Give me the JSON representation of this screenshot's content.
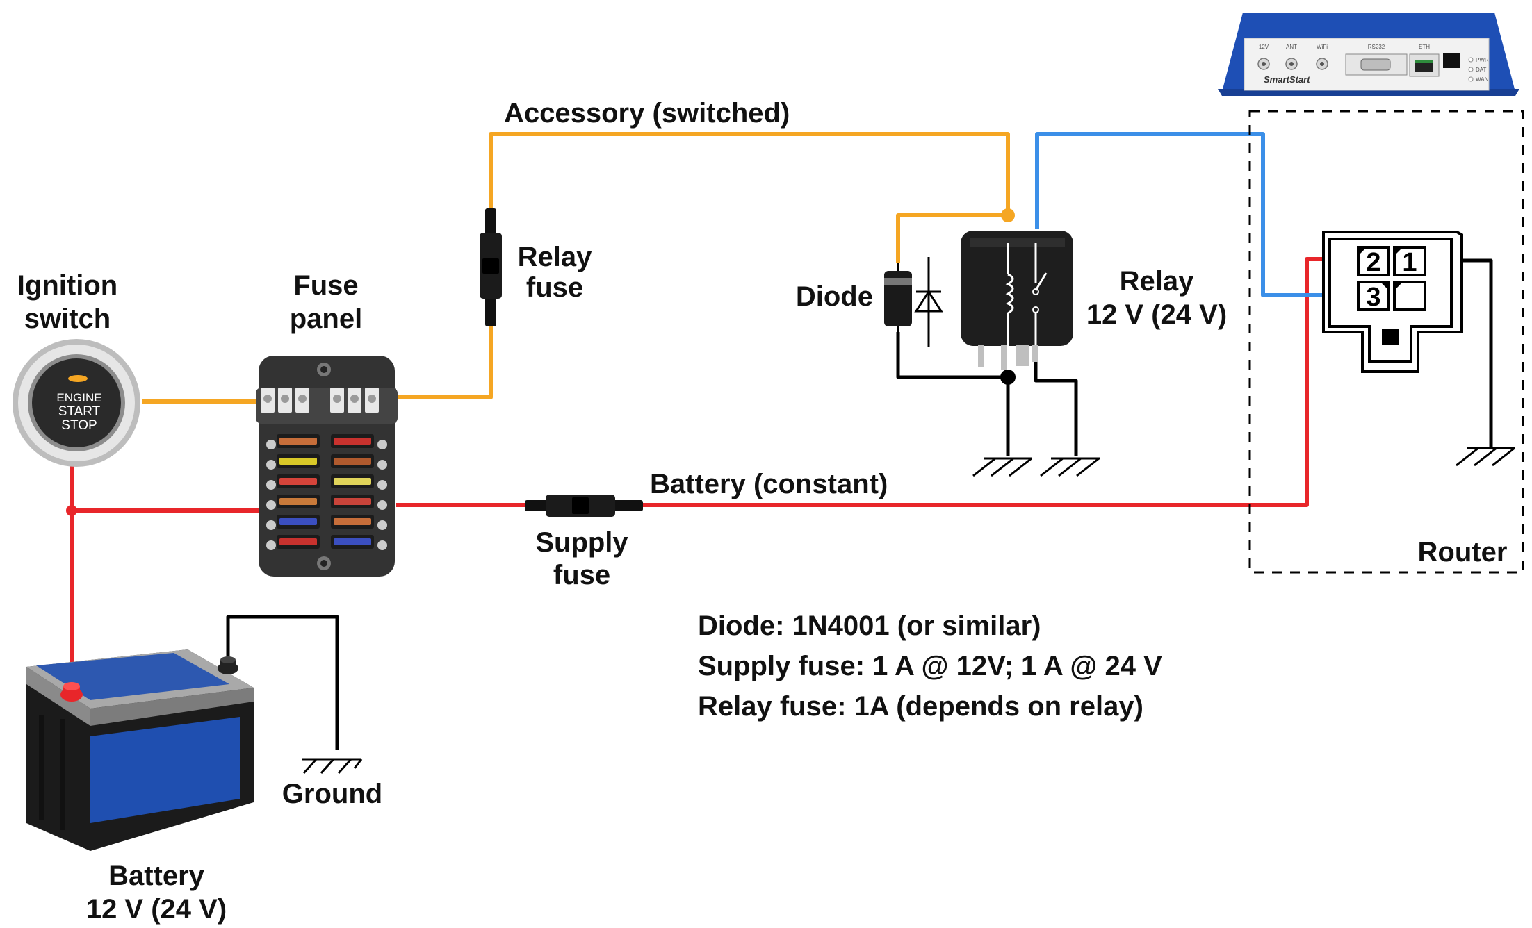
{
  "labels": {
    "ignition_1": "Ignition",
    "ignition_2": "switch",
    "fuse_panel_1": "Fuse",
    "fuse_panel_2": "panel",
    "accessory": "Accessory (switched)",
    "relay_fuse_1": "Relay",
    "relay_fuse_2": "fuse",
    "diode": "Diode",
    "relay_1": "Relay",
    "relay_2": "12 V (24 V)",
    "battery_constant": "Battery (constant)",
    "supply_fuse_1": "Supply",
    "supply_fuse_2": "fuse",
    "router": "Router",
    "ground": "Ground",
    "battery_1": "Battery",
    "battery_2": "12 V (24 V)"
  },
  "ignition_button": {
    "line1": "ENGINE",
    "line2": "START",
    "line3": "STOP"
  },
  "connector_pins": [
    "1",
    "2",
    "3"
  ],
  "router_device": {
    "brand": "SmartStart",
    "ports": [
      "12V",
      "ANT",
      "WiFi",
      "RS232",
      "ETH"
    ],
    "leds": [
      "PWR",
      "DAT",
      "WAN"
    ]
  },
  "notes": [
    "Diode: 1N4001 (or similar)",
    "Supply fuse: 1 A @ 12V; 1 A @ 24 V",
    "Relay fuse: 1A (depends on relay)"
  ],
  "colors": {
    "accessory_wire": "#F5A623",
    "battery_wire": "#E8262A",
    "signal_wire": "#3B8FE8",
    "ground_wire": "#000000",
    "router_blue": "#1E4FB5"
  },
  "fuse_colors": [
    "#C76E3A",
    "#C8322E",
    "#D9C928",
    "#B05A2E",
    "#D5443A",
    "#E0D45A",
    "#C97A3A",
    "#C9443A",
    "#3B4FC0",
    "#C76E3A",
    "#C8322E",
    "#3B4FC0"
  ]
}
